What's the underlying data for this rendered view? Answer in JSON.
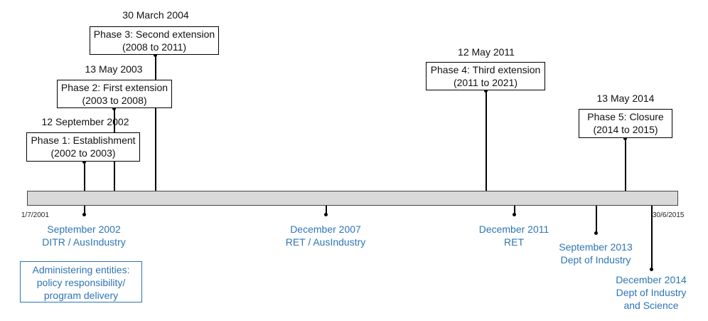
{
  "timeline": {
    "start_label": "1/7/2001",
    "end_label": "30/6/2015"
  },
  "phases": [
    {
      "date": "12 September 2002",
      "title": "Phase 1: Establishment",
      "range": "(2002 to 2003)"
    },
    {
      "date": "13 May 2003",
      "title": "Phase 2: First extension",
      "range": "(2003 to 2008)"
    },
    {
      "date": "30 March 2004",
      "title": "Phase 3: Second extension",
      "range": "(2008 to 2011)"
    },
    {
      "date": "12 May 2011",
      "title": "Phase 4: Third extension",
      "range": "(2011 to 2021)"
    },
    {
      "date": "13 May 2014",
      "title": "Phase 5: Closure",
      "range": "(2014 to 2015)"
    }
  ],
  "entities": [
    {
      "date": "September 2002",
      "name": "DITR / AusIndustry"
    },
    {
      "date": "December 2007",
      "name": "RET / AusIndustry"
    },
    {
      "date": "December 2011",
      "name": "RET"
    },
    {
      "date": "September 2013",
      "name": "Dept of Industry"
    },
    {
      "date": "December 2014",
      "name": "Dept of Industry",
      "name2": "and Science"
    }
  ],
  "legend": {
    "line1": "Administering entities:",
    "line2": "policy responsibility/",
    "line3": "program delivery"
  },
  "colors": {
    "entity_text": "#2e75b6",
    "bar_fill": "#d9d9d9"
  }
}
